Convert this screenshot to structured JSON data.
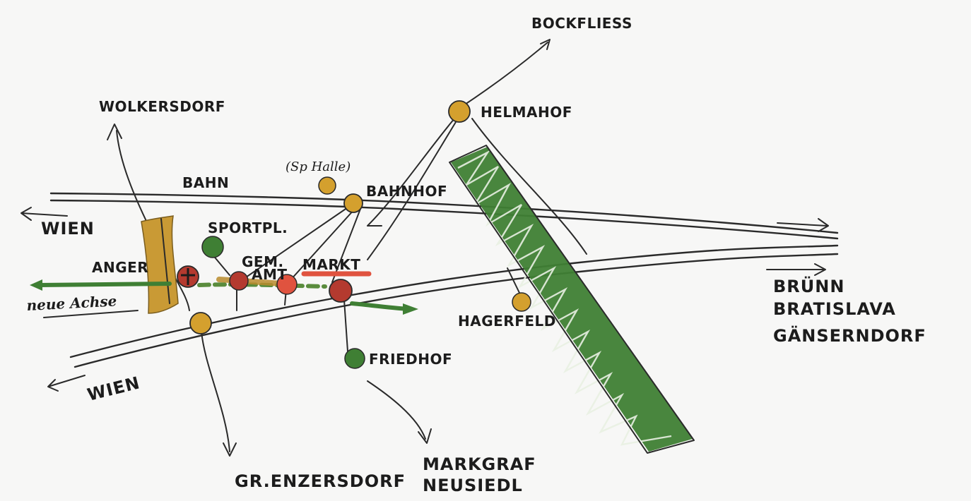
{
  "labels": {
    "bockfliess": "BOCKFLIESS",
    "wolkersdorf": "WOLKERSDORF",
    "helmahof": "HELMAHOF",
    "sp_halle": "(Sp Halle)",
    "bahn": "BAHN",
    "bahnhof": "BAHNHOF",
    "wien_top": "WIEN",
    "sportpl": "SPORTPL.",
    "anger": "ANGER",
    "gem_amt_1": "GEM.",
    "gem_amt_2": "AMT",
    "markt": "MARKT",
    "neue_achse": "neue Achse",
    "bruenn": "BRÜNN",
    "bratislava": "BRATISLAVA",
    "gaenserndorf": "GÄNSERNDORF",
    "hagerfeld": "HAGERFELD",
    "friedhof": "FRIEDHOF",
    "wien_bottom": "WIEN",
    "gr_enzersdorf": "GR.ENZERSDORF",
    "markgraf": "MARKGRAF",
    "neusiedl": "NEUSIEDL"
  },
  "colors": {
    "ink": "#2a2a2a",
    "ochre": "#d4a02e",
    "ochre_dark": "#c2922b",
    "green": "#3f7f34",
    "green_light": "#4a8c3d",
    "red": "#b43a2f",
    "orange_red": "#e0533f",
    "red_bar": "#e0533f"
  }
}
